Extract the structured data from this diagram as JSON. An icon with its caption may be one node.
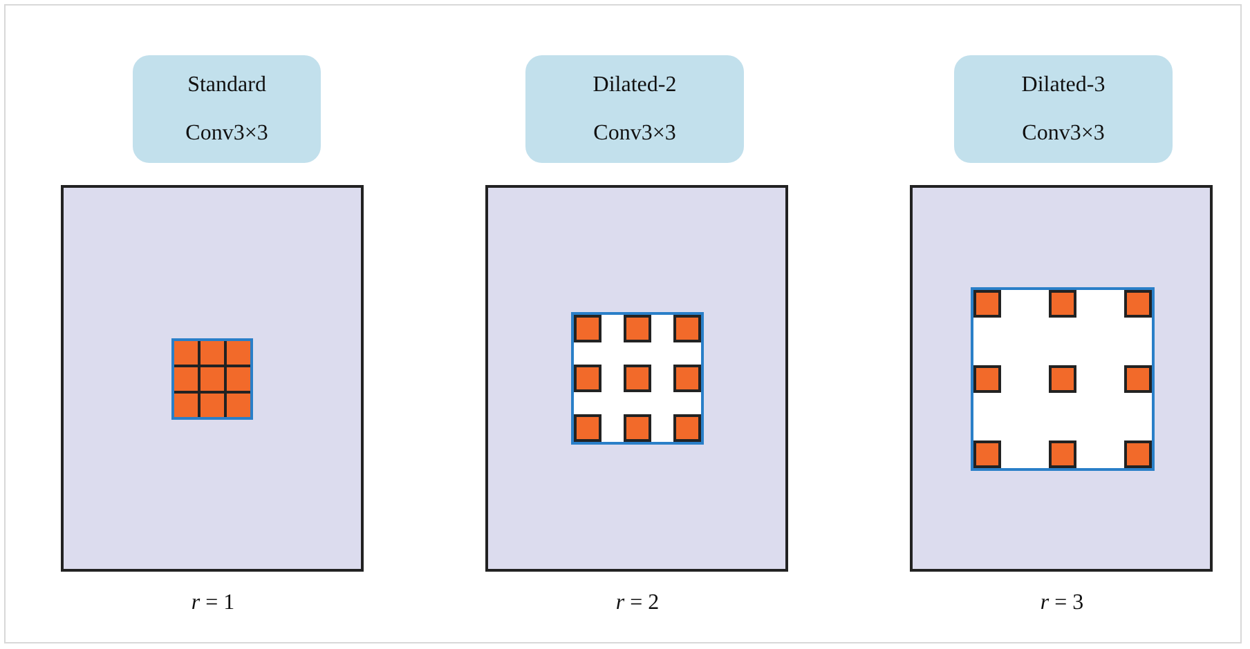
{
  "diagram": {
    "nodes": [
      {
        "text": [
          "Standard Conv3×3"
        ]
      },
      {
        "text": [
          "Dilated-2 Conv3×3"
        ]
      },
      {
        "text": [
          "Dilated-3 Conv3×3"
        ]
      }
    ],
    "labels": [
      "*r* = 1",
      "*r* = 2",
      "*r* = 3"
    ]
  }
}
